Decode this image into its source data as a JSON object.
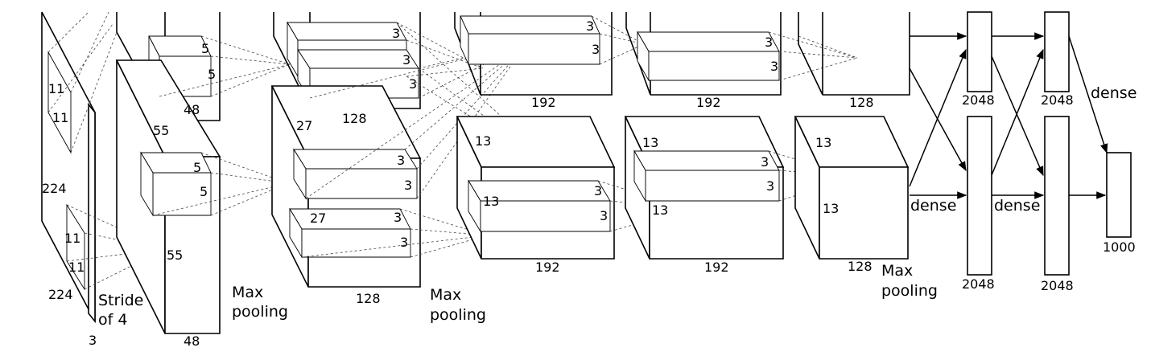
{
  "labels": {
    "l11a": "11",
    "l11b": "11",
    "l224": "224",
    "l11c": "11",
    "l11d": "11",
    "l224b": "224",
    "stride1": "Stride",
    "stride2": "of 4",
    "l3": "3",
    "l55a": "55",
    "l55b": "55",
    "l5a": "5",
    "l5b": "5",
    "l5c": "5",
    "l5d": "5",
    "l48a": "48",
    "l48b": "48",
    "mp1a": "Max",
    "mp1b": "pooling",
    "l27a": "27",
    "l27b": "27",
    "k3a": "3",
    "k3b": "3",
    "k3c": "3",
    "k3d": "3",
    "k3e": "3",
    "k3f": "3",
    "k3g": "3",
    "l128a": "128",
    "l128b": "128",
    "mp2a": "Max",
    "mp2b": "pooling",
    "c3a": "3",
    "c3b": "3",
    "c3c": "3",
    "c3d": "3",
    "l13a": "13",
    "l13b": "13",
    "l192a": "192",
    "l192b": "192",
    "c4a": "3",
    "c4b": "3",
    "c4c": "3",
    "c4d": "3",
    "l13c": "13",
    "l13d": "13",
    "l192c": "192",
    "l192d": "192",
    "l13e": "13",
    "l13f": "13",
    "l128c": "128",
    "l128d": "128",
    "mp3a": "Max",
    "mp3b": "pooling",
    "dense1": "dense",
    "dense2": "dense",
    "dense3": "dense",
    "fc2048a": "2048",
    "fc2048b": "2048",
    "fc2048c": "2048",
    "fc2048d": "2048",
    "out1000": "1000"
  }
}
